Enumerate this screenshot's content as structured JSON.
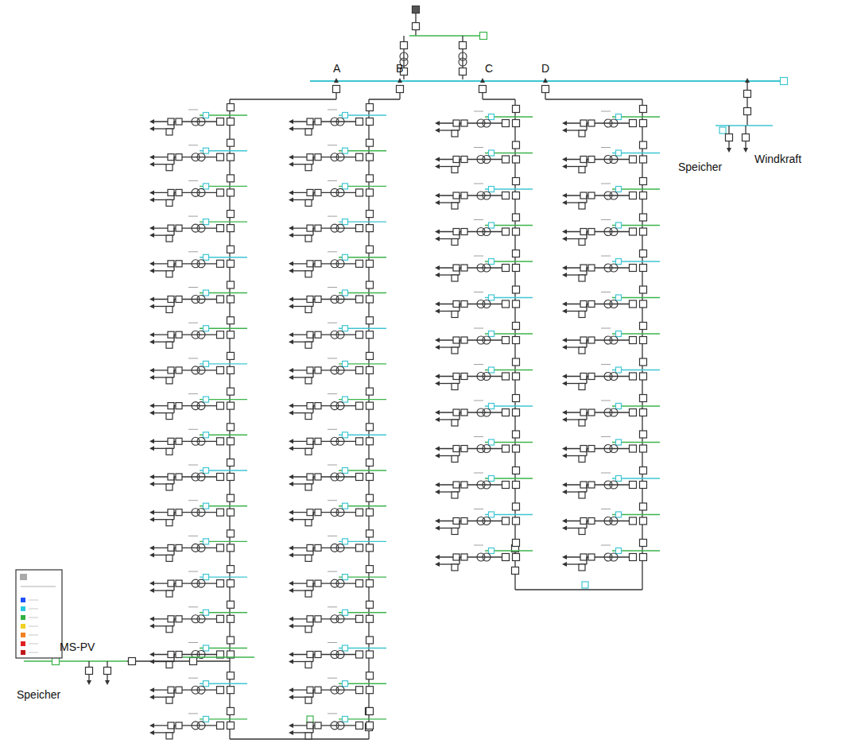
{
  "diagram": {
    "labels": [
      "A",
      "B",
      "C",
      "D",
      "Windkraft",
      "Speicher",
      "MS-PV",
      "Speicher"
    ]
  }
}
